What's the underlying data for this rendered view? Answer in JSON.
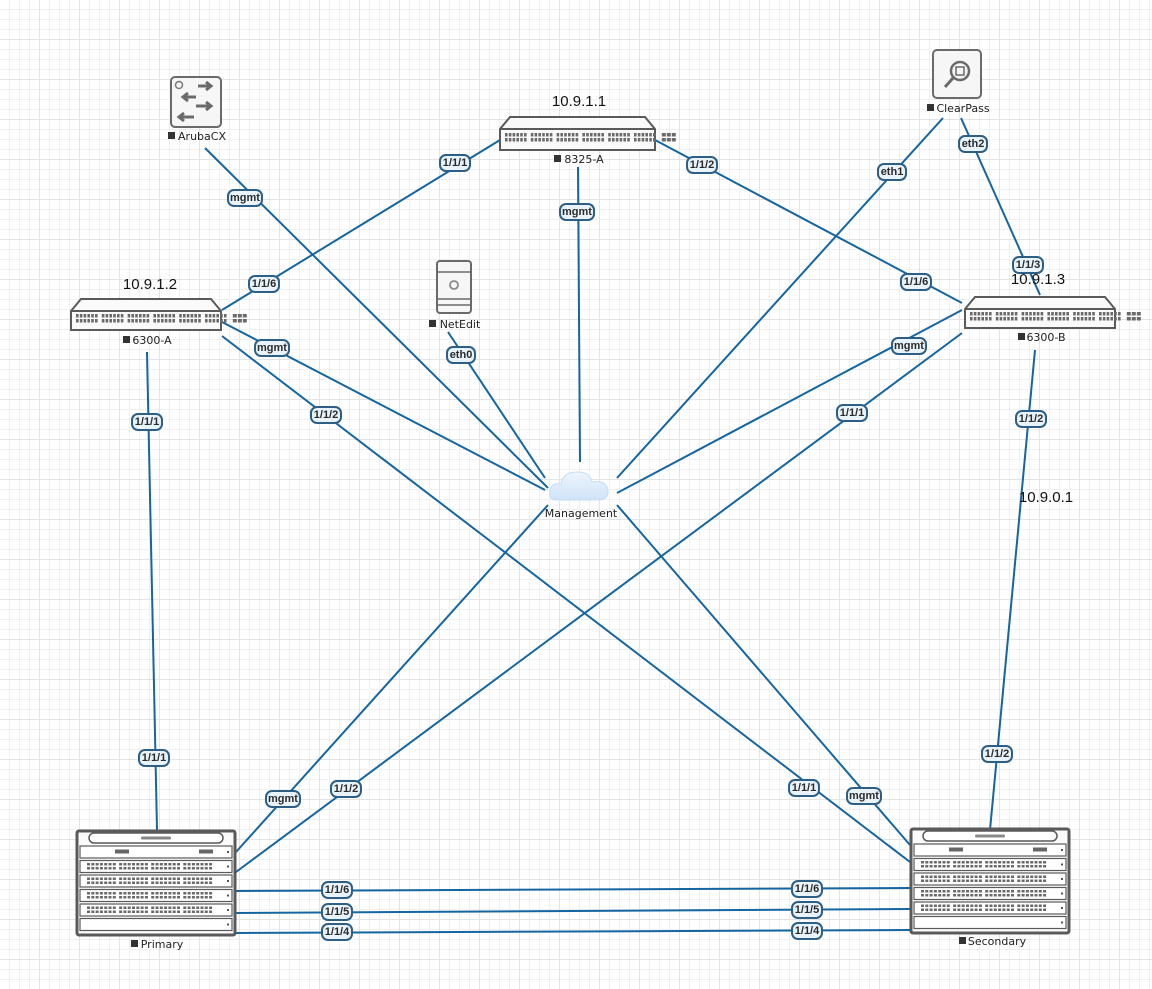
{
  "diagram": {
    "title": "Network Topology",
    "colors": {
      "link": "#1565a0",
      "badge_fill": "#e8f3fb",
      "badge_stroke": "#2d5f86",
      "device": "#5a5a5a",
      "cloud": "#d6e8fb"
    },
    "nodes": [
      {
        "id": "arubacx",
        "label": "ArubaCX",
        "type": "appliance-icon",
        "ip": ""
      },
      {
        "id": "8325a",
        "label": "8325-A",
        "type": "switch-icon",
        "ip": "10.9.1.1"
      },
      {
        "id": "clearpass",
        "label": "ClearPass",
        "type": "clearpass-icon",
        "ip": ""
      },
      {
        "id": "6300a",
        "label": "6300-A",
        "type": "switch-icon",
        "ip": "10.9.1.2"
      },
      {
        "id": "netedit",
        "label": "NetEdit",
        "type": "server-icon",
        "ip": ""
      },
      {
        "id": "6300b",
        "label": "6300-B",
        "type": "switch-icon",
        "ip": "10.9.1.3"
      },
      {
        "id": "management",
        "label": "Management",
        "type": "cloud-icon",
        "ip": ""
      },
      {
        "id": "primary",
        "label": "Primary",
        "type": "chassis-icon",
        "ip": ""
      },
      {
        "id": "secondary",
        "label": "Secondary",
        "type": "chassis-icon",
        "ip": "10.9.0.1"
      }
    ],
    "links": [
      {
        "from": "arubacx",
        "to": "management",
        "labels": [
          "mgmt"
        ]
      },
      {
        "from": "8325a",
        "to": "6300a",
        "labels": [
          "1/1/1",
          "1/1/6"
        ]
      },
      {
        "from": "8325a",
        "to": "6300b",
        "labels": [
          "1/1/2",
          "1/1/6"
        ]
      },
      {
        "from": "8325a",
        "to": "management",
        "labels": [
          "mgmt"
        ]
      },
      {
        "from": "clearpass",
        "to": "management",
        "labels": [
          "eth1"
        ]
      },
      {
        "from": "clearpass",
        "to": "6300b",
        "labels": [
          "eth2",
          "1/1/3"
        ]
      },
      {
        "from": "netedit",
        "to": "management",
        "labels": [
          "eth0"
        ]
      },
      {
        "from": "6300a",
        "to": "management",
        "labels": [
          "mgmt"
        ]
      },
      {
        "from": "6300a",
        "to": "secondary",
        "labels": [
          "1/1/2",
          "1/1/1"
        ]
      },
      {
        "from": "6300a",
        "to": "primary",
        "labels": [
          "1/1/1",
          "1/1/1"
        ]
      },
      {
        "from": "6300b",
        "to": "management",
        "labels": [
          "mgmt"
        ]
      },
      {
        "from": "6300b",
        "to": "primary",
        "labels": [
          "1/1/1",
          "1/1/2"
        ]
      },
      {
        "from": "6300b",
        "to": "secondary",
        "labels": [
          "1/1/2",
          "1/1/2"
        ]
      },
      {
        "from": "management",
        "to": "primary",
        "labels": [
          "mgmt"
        ]
      },
      {
        "from": "management",
        "to": "secondary",
        "labels": [
          "mgmt"
        ]
      },
      {
        "from": "primary",
        "to": "secondary",
        "labels": [
          "1/1/6",
          "1/1/6"
        ]
      },
      {
        "from": "primary",
        "to": "secondary",
        "labels": [
          "1/1/5",
          "1/1/5"
        ]
      },
      {
        "from": "primary",
        "to": "secondary",
        "labels": [
          "1/1/4",
          "1/1/4"
        ]
      }
    ]
  }
}
